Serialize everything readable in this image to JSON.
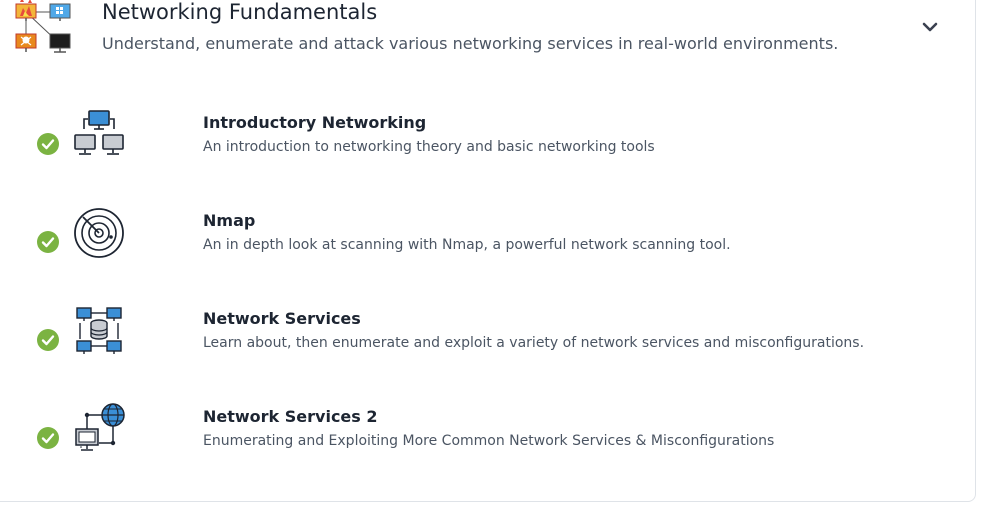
{
  "module": {
    "title": "Networking Fundamentals",
    "description": "Understand, enumerate and attack various networking services in real-world environments."
  },
  "colors": {
    "completed": "#7bb342",
    "title_text": "#1d2532",
    "desc_text": "#4b5563",
    "icon_blue": "#3b8fd6"
  },
  "rooms": [
    {
      "title": "Introductory Networking",
      "description": "An introduction to networking theory and basic networking tools",
      "completed": true,
      "icon": "network-computers-icon"
    },
    {
      "title": "Nmap",
      "description": "An in depth look at scanning with Nmap, a powerful network scanning tool.",
      "completed": true,
      "icon": "radar-icon"
    },
    {
      "title": "Network Services",
      "description": "Learn about, then enumerate and exploit a variety of network services and misconfigurations.",
      "completed": true,
      "icon": "network-database-icon"
    },
    {
      "title": "Network Services 2",
      "description": "Enumerating and Exploiting More Common Network Services & Misconfigurations",
      "completed": true,
      "icon": "globe-network-icon"
    }
  ]
}
